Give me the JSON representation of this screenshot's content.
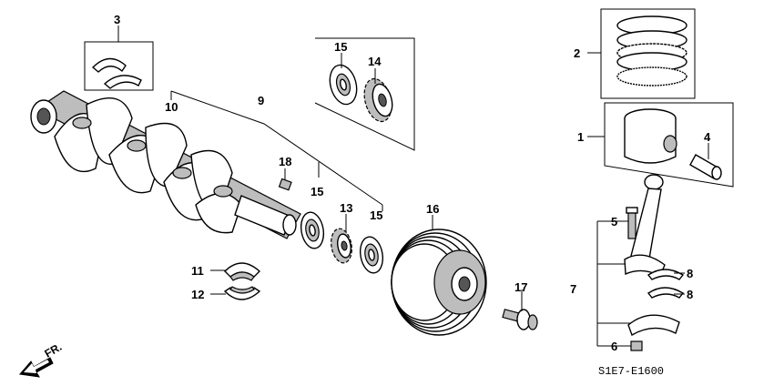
{
  "callouts": {
    "c1": "1",
    "c2": "2",
    "c3": "3",
    "c4": "4",
    "c5": "5",
    "c6": "6",
    "c7": "7",
    "c8a": "8",
    "c8b": "8",
    "c9": "9",
    "c10": "10",
    "c11": "11",
    "c12": "12",
    "c13": "13",
    "c14": "14",
    "c15a": "15",
    "c15b": "15",
    "c15c": "15",
    "c16": "16",
    "c17": "17",
    "c18": "18"
  },
  "direction_label": "FR.",
  "diagram_code": "S1E7-E1600"
}
